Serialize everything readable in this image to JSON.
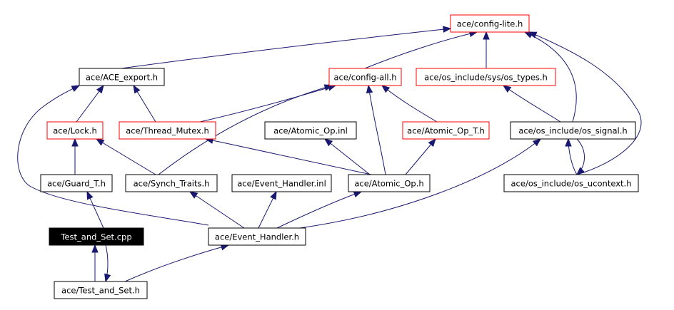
{
  "graph": {
    "nodes": [
      {
        "id": "config_lite",
        "label": "ace/config-lite.h",
        "style": "red"
      },
      {
        "id": "ace_export",
        "label": "ace/ACE_export.h",
        "style": "black"
      },
      {
        "id": "config_all",
        "label": "ace/config-all.h",
        "style": "red"
      },
      {
        "id": "os_types",
        "label": "ace/os_include/sys/os_types.h",
        "style": "red"
      },
      {
        "id": "lock",
        "label": "ace/Lock.h",
        "style": "red"
      },
      {
        "id": "thread_mutex",
        "label": "ace/Thread_Mutex.h",
        "style": "red"
      },
      {
        "id": "atomic_op_inl",
        "label": "ace/Atomic_Op.inl",
        "style": "black"
      },
      {
        "id": "atomic_op_t",
        "label": "ace/Atomic_Op_T.h",
        "style": "red"
      },
      {
        "id": "os_signal",
        "label": "ace/os_include/os_signal.h",
        "style": "black"
      },
      {
        "id": "guard_t",
        "label": "ace/Guard_T.h",
        "style": "black"
      },
      {
        "id": "synch_traits",
        "label": "ace/Synch_Traits.h",
        "style": "black"
      },
      {
        "id": "event_handler_inl",
        "label": "ace/Event_Handler.inl",
        "style": "black"
      },
      {
        "id": "atomic_op",
        "label": "ace/Atomic_Op.h",
        "style": "black"
      },
      {
        "id": "os_ucontext",
        "label": "ace/os_include/os_ucontext.h",
        "style": "black"
      },
      {
        "id": "test_and_set_cpp",
        "label": "Test_and_Set.cpp",
        "style": "filled"
      },
      {
        "id": "event_handler",
        "label": "ace/Event_Handler.h",
        "style": "black"
      },
      {
        "id": "test_and_set_h",
        "label": "ace/Test_and_Set.h",
        "style": "black"
      }
    ],
    "edges": [
      {
        "from": "ace_export",
        "to": "config_lite"
      },
      {
        "from": "config_all",
        "to": "config_lite"
      },
      {
        "from": "os_types",
        "to": "config_lite"
      },
      {
        "from": "os_signal",
        "to": "config_lite"
      },
      {
        "from": "os_ucontext",
        "to": "config_lite"
      },
      {
        "from": "lock",
        "to": "ace_export"
      },
      {
        "from": "thread_mutex",
        "to": "ace_export"
      },
      {
        "from": "event_handler",
        "to": "ace_export"
      },
      {
        "from": "thread_mutex",
        "to": "config_all"
      },
      {
        "from": "synch_traits",
        "to": "config_all"
      },
      {
        "from": "atomic_op",
        "to": "config_all"
      },
      {
        "from": "atomic_op_t",
        "to": "config_all"
      },
      {
        "from": "os_signal",
        "to": "os_types"
      },
      {
        "from": "guard_t",
        "to": "lock"
      },
      {
        "from": "synch_traits",
        "to": "lock"
      },
      {
        "from": "atomic_op",
        "to": "thread_mutex"
      },
      {
        "from": "atomic_op",
        "to": "atomic_op_inl"
      },
      {
        "from": "atomic_op",
        "to": "atomic_op_t"
      },
      {
        "from": "os_ucontext",
        "to": "os_signal"
      },
      {
        "from": "event_handler",
        "to": "os_signal"
      },
      {
        "from": "os_signal",
        "to": "os_ucontext"
      },
      {
        "from": "test_and_set_cpp",
        "to": "guard_t"
      },
      {
        "from": "event_handler",
        "to": "synch_traits"
      },
      {
        "from": "event_handler",
        "to": "event_handler_inl"
      },
      {
        "from": "event_handler",
        "to": "atomic_op"
      },
      {
        "from": "test_and_set_h",
        "to": "test_and_set_cpp"
      },
      {
        "from": "test_and_set_cpp",
        "to": "test_and_set_h"
      },
      {
        "from": "test_and_set_h",
        "to": "event_handler"
      }
    ]
  }
}
